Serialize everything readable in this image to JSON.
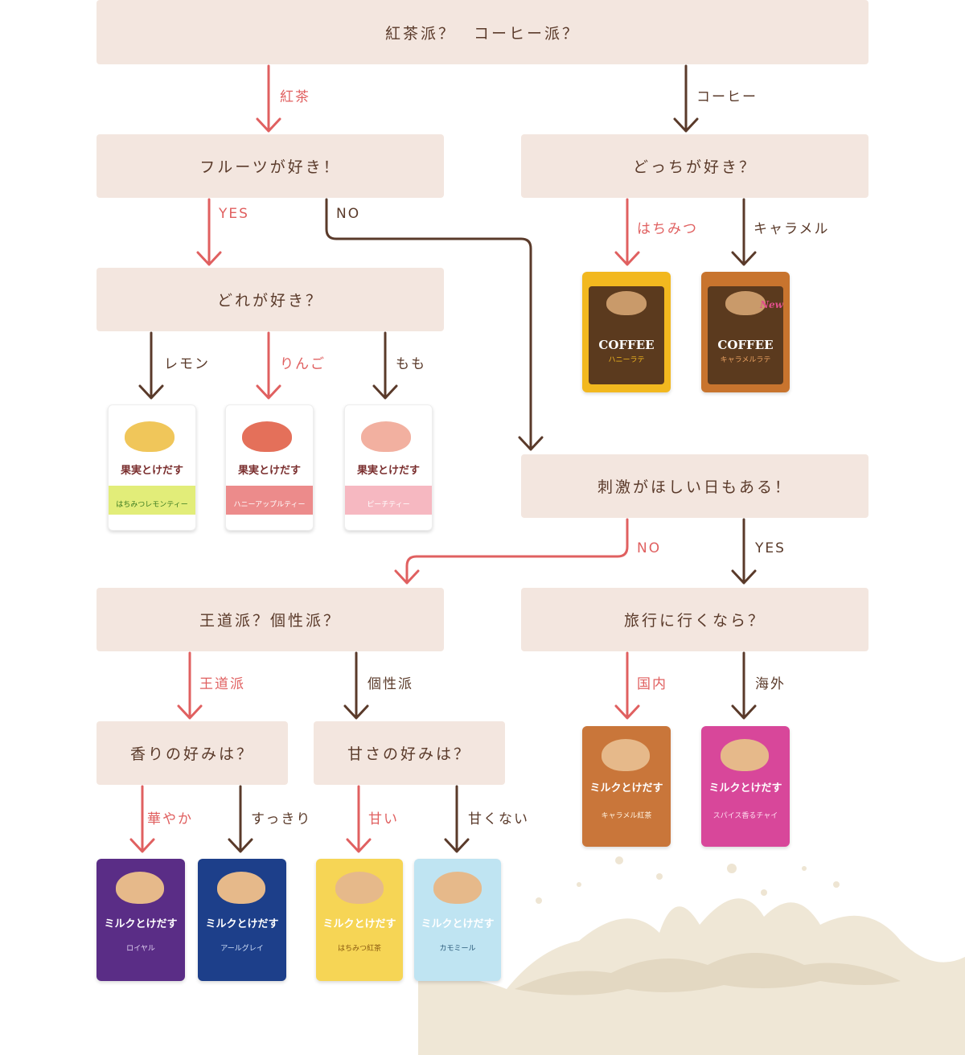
{
  "colors": {
    "box_bg": "#f3e6df",
    "red": "#e06060",
    "brown": "#5a3a2a"
  },
  "questions": {
    "q1": "紅茶派？　コーヒー派？",
    "q2": "フルーツが好き！",
    "q3": "どっちが好き？",
    "q4": "どれが好き？",
    "q5": "刺激がほしい日もある！",
    "q6": "王道派？個性派？",
    "q7": "旅行に行くなら？",
    "q8": "香りの好みは？",
    "q9": "甘さの好みは？"
  },
  "labels": {
    "tea": "紅茶",
    "coffee": "コーヒー",
    "fruit_yes": "YES",
    "fruit_no": "NO",
    "honey": "はちみつ",
    "caramel": "キャラメル",
    "lemon": "レモン",
    "apple": "りんご",
    "peach": "もも",
    "stim_no": "NO",
    "stim_yes": "YES",
    "classic": "王道派",
    "unique": "個性派",
    "domestic": "国内",
    "overseas": "海外",
    "gorgeous": "華やか",
    "refreshing": "すっきり",
    "sweet": "甘い",
    "not_sweet": "甘くない"
  },
  "products": {
    "coffee_honey": {
      "title": "COFFEE",
      "name": "ハニーラテ",
      "color": "#5b3a1e",
      "accent": "#f2b81f"
    },
    "coffee_caramel": {
      "title": "COFFEE",
      "name": "キャラメルラテ",
      "color": "#5b3a1e",
      "accent": "#c8742e",
      "badge": "New"
    },
    "lemon": {
      "title": "果実とけだす",
      "name": "はちみつレモンティー",
      "color": "#ffffff",
      "accent": "#d6e640"
    },
    "apple": {
      "title": "果実とけだす",
      "name": "ハニーアップルティー",
      "color": "#ffffff",
      "accent": "#e45a5a"
    },
    "peach": {
      "title": "果実とけだす",
      "name": "ピーチティー",
      "color": "#ffffff",
      "accent": "#f29aa7"
    },
    "caramel_tea": {
      "title": "ミルクとけだす",
      "name": "キャラメル紅茶",
      "color": "#c9763a",
      "accent": "#e8a060"
    },
    "spice_tea": {
      "title": "ミルクとけだす",
      "name": "スパイス香るチャイ",
      "color": "#d8479a",
      "accent": "#f07ab8"
    },
    "purple_tea": {
      "title": "ミルクとけだす",
      "name": "ロイヤル",
      "color": "#5a2d86",
      "accent": "#8a5cc0"
    },
    "blue_tea": {
      "title": "ミルクとけだす",
      "name": "アールグレイ",
      "color": "#1d3f8a",
      "accent": "#3d6ac4"
    },
    "honey_tea": {
      "title": "ミルクとけだす",
      "name": "はちみつ紅茶",
      "color": "#f6d555",
      "accent": "#f2b81f"
    },
    "chamomile_tea": {
      "title": "ミルクとけだす",
      "name": "カモミール",
      "color": "#bfe4f2",
      "accent": "#7fc3e0"
    }
  }
}
